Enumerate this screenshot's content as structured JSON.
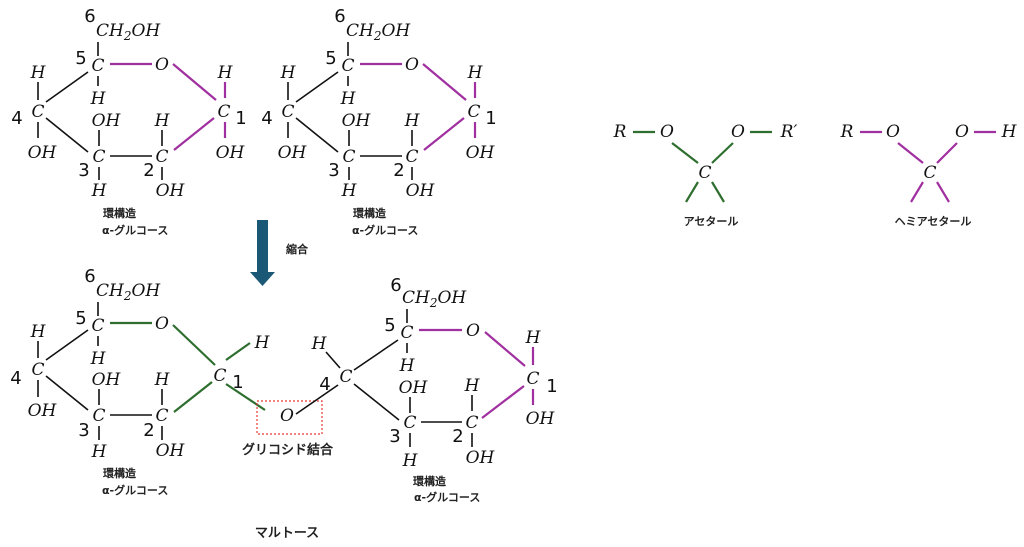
{
  "colors": {
    "purple": "#a0309f",
    "green": "#2e6e2e",
    "arrow": "#1b5876",
    "glyco_box": "#e53935",
    "black": "#111111"
  },
  "atoms": {
    "c": "C",
    "o": "O",
    "h": "H",
    "oh": "OH",
    "ch2oh_prefix": "CH",
    "ch2oh_sub": "2",
    "ch2oh_suffix": "OH",
    "r": "R",
    "r_prime": "R′"
  },
  "numbers": {
    "n1": "1",
    "n2": "2",
    "n3": "3",
    "n4": "4",
    "n5": "5",
    "n6": "6"
  },
  "labels": {
    "ring": "環構造",
    "alpha_glucose": "α-グルコース",
    "condensation": "縮合",
    "glycosidic_bond": "グリコシド結合",
    "maltose": "マルトース",
    "acetal": "アセタール",
    "hemiacetal": "ヘミアセタール"
  }
}
